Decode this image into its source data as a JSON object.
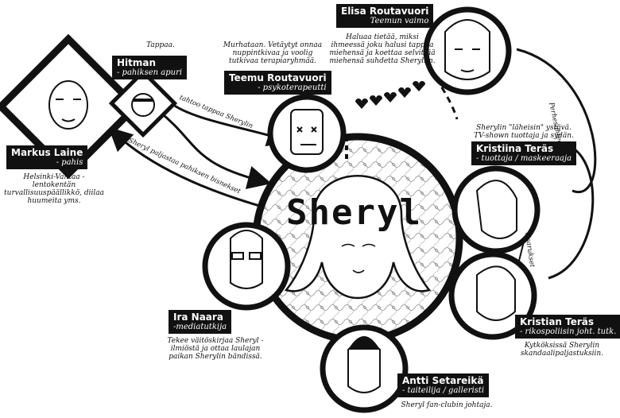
{
  "center": {
    "title": "Sheryl"
  },
  "characters": [
    {
      "id": "markus",
      "name": "Markus Laine",
      "role": "- pahis",
      "note": [
        "Helsinki-Vantaa -",
        "lentokentän",
        "turvallisuuspäällikkö, diilaa",
        "huumeita yms."
      ]
    },
    {
      "id": "hitman",
      "name": "Hitman",
      "role": "- pahiksen apuri",
      "note": [
        "Tappaa."
      ]
    },
    {
      "id": "teemu",
      "name": "Teemu Routavuori",
      "role": "- psykoterapeutti",
      "note": [
        "Murhataan. Vetäytyt onnaa",
        "nuppintkivaa ja voolig",
        "tutkivaa terapiaryhmää."
      ]
    },
    {
      "id": "elisa",
      "name": "Elisa Routavuori",
      "role": "Teemun vaimo",
      "note": [
        "Haluaa tietää, miksi",
        "ihmeessä joku halusi tappaa",
        "miehensä ja koettaa selvittää",
        "miehensä suhdetta Sheryliin."
      ]
    },
    {
      "id": "kristiina",
      "name": "Kristiina Teräs",
      "role": "- tuottaja / maskeeraaja",
      "note": [
        "Sherylin \"läheisin\" ystävä.",
        "TV-shown tuottaja ja sydän."
      ]
    },
    {
      "id": "kristian",
      "name": "Kristian Teräs",
      "role": "- rikospoliisin joht. tutk.",
      "note": [
        "Kytköksissä Sherylin",
        "skandaalipaljastuksiin."
      ]
    },
    {
      "id": "antti",
      "name": "Antti Setareikä",
      "role": "- taiteilija / galleristi",
      "note": [
        "Sheryl fan-clubin johtaja."
      ]
    },
    {
      "id": "ira",
      "name": "Ira Naara",
      "role": "-mediatutkija",
      "note": [
        "Tekee väitöskirjaa Sheryl -",
        "ilmiöstä ja ottaa laulajan",
        "paikan Sherylin bändissä."
      ]
    }
  ],
  "relations": {
    "hitman_teemu": "tahtoo tappaa Sherylin",
    "sheryl_markus": "Sheryl paljastaa pahiksen bisnekset",
    "family": "Perhesuhteet",
    "siblings": "sisarukset"
  }
}
